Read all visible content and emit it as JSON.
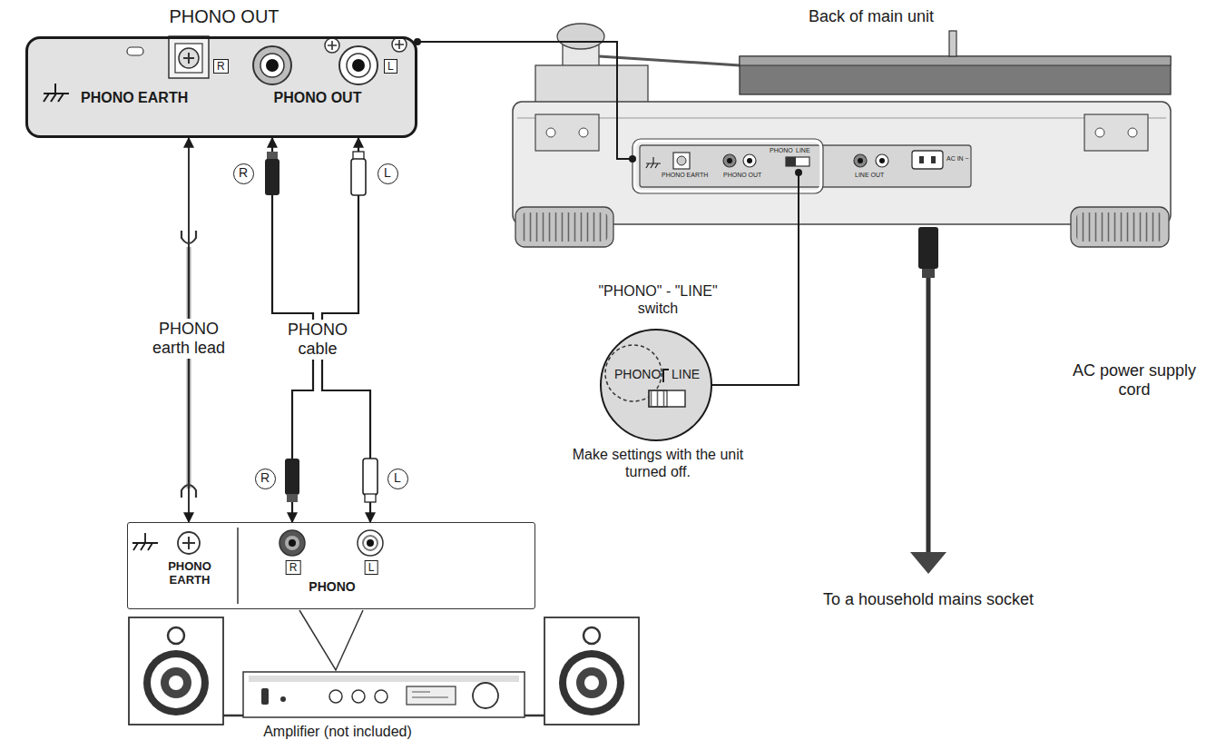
{
  "diagram": {
    "nodes": [
      {
        "text": [
          "PHONO OUT",
          "R",
          "PHONO EARTH",
          "PHONO OUT",
          "L"
        ]
      },
      {
        "text": [
          "PHONO EARTH",
          "R",
          "L",
          "PHONO"
        ]
      },
      {
        "text": [
          "\"PHONO\" - \"LINE\" switch",
          "PHONO",
          "LINE"
        ]
      }
    ],
    "edges": [
      {
        "from": 0,
        "to": 1,
        "arrow": "both",
        "label": "PHONO earth lead"
      },
      {
        "from": 0,
        "to": 1,
        "arrow": "both",
        "label": "PHONO cable"
      }
    ],
    "labels": [
      "Back of main unit",
      "R",
      "L",
      "R",
      "L",
      "Make settings with the unit turned off.",
      "AC power supply cord",
      "To a household mains socket",
      "Amplifier (not included)",
      "PHONO EARTH",
      "PHONO OUT",
      "PHONO",
      "LINE",
      "LINE OUT",
      "AC IN ~"
    ]
  }
}
